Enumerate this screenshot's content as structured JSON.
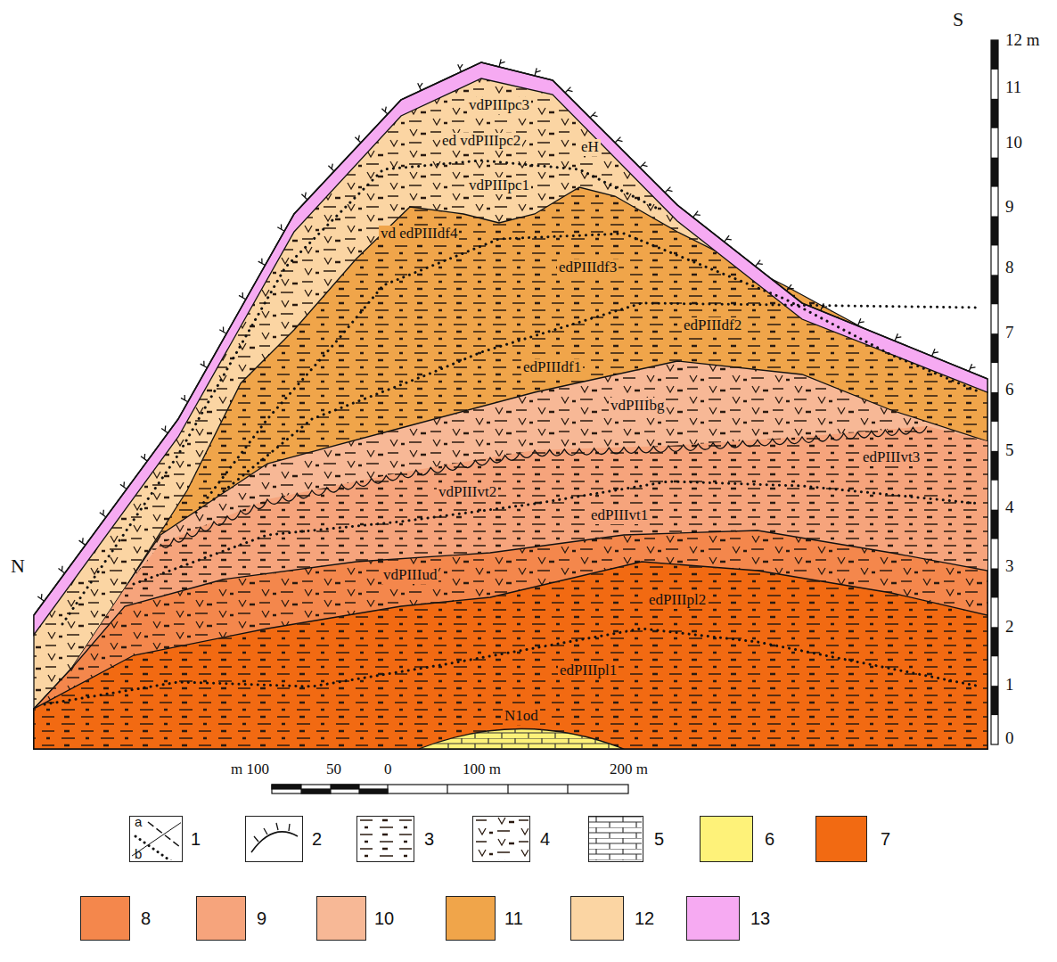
{
  "diagram": {
    "labels": [
      "S",
      "12 m",
      "11",
      "10",
      "9",
      "8",
      "7",
      "6",
      "5",
      "4",
      "3",
      "2",
      "1",
      "0",
      "N",
      "vdPIIIpc3",
      "eH",
      "ed vdPIIIpc2",
      "vdPIIIpc1",
      "vd edPIIIdf4",
      "edPIIIdf3",
      "edPIIIdf2",
      "edPIIIdf1",
      "vdPIIIbg",
      "edPIIIvt3",
      "vdPIIIvt2",
      "edPIIIvt1",
      "vdPIIIud",
      "edPIIIpl2",
      "edPIIIpl1",
      "N1od",
      "m 100",
      "50",
      "0",
      "100 m",
      "200 m",
      "a",
      "b"
    ],
    "legend": [
      {
        "text": "1"
      },
      {
        "text": "2"
      },
      {
        "text": "3"
      },
      {
        "text": "4"
      },
      {
        "text": "5"
      },
      {
        "text": "6",
        "color": "#fef279"
      },
      {
        "text": "7",
        "color": "#f26a12"
      },
      {
        "text": "8",
        "color": "#f4874c"
      },
      {
        "text": "9",
        "color": "#f6a47c"
      },
      {
        "text": "10",
        "color": "#f7b896"
      },
      {
        "text": "11",
        "color": "#f0a54a"
      },
      {
        "text": "12",
        "color": "#fbd5a3"
      },
      {
        "text": "13",
        "color": "#f6aaf2"
      }
    ]
  }
}
